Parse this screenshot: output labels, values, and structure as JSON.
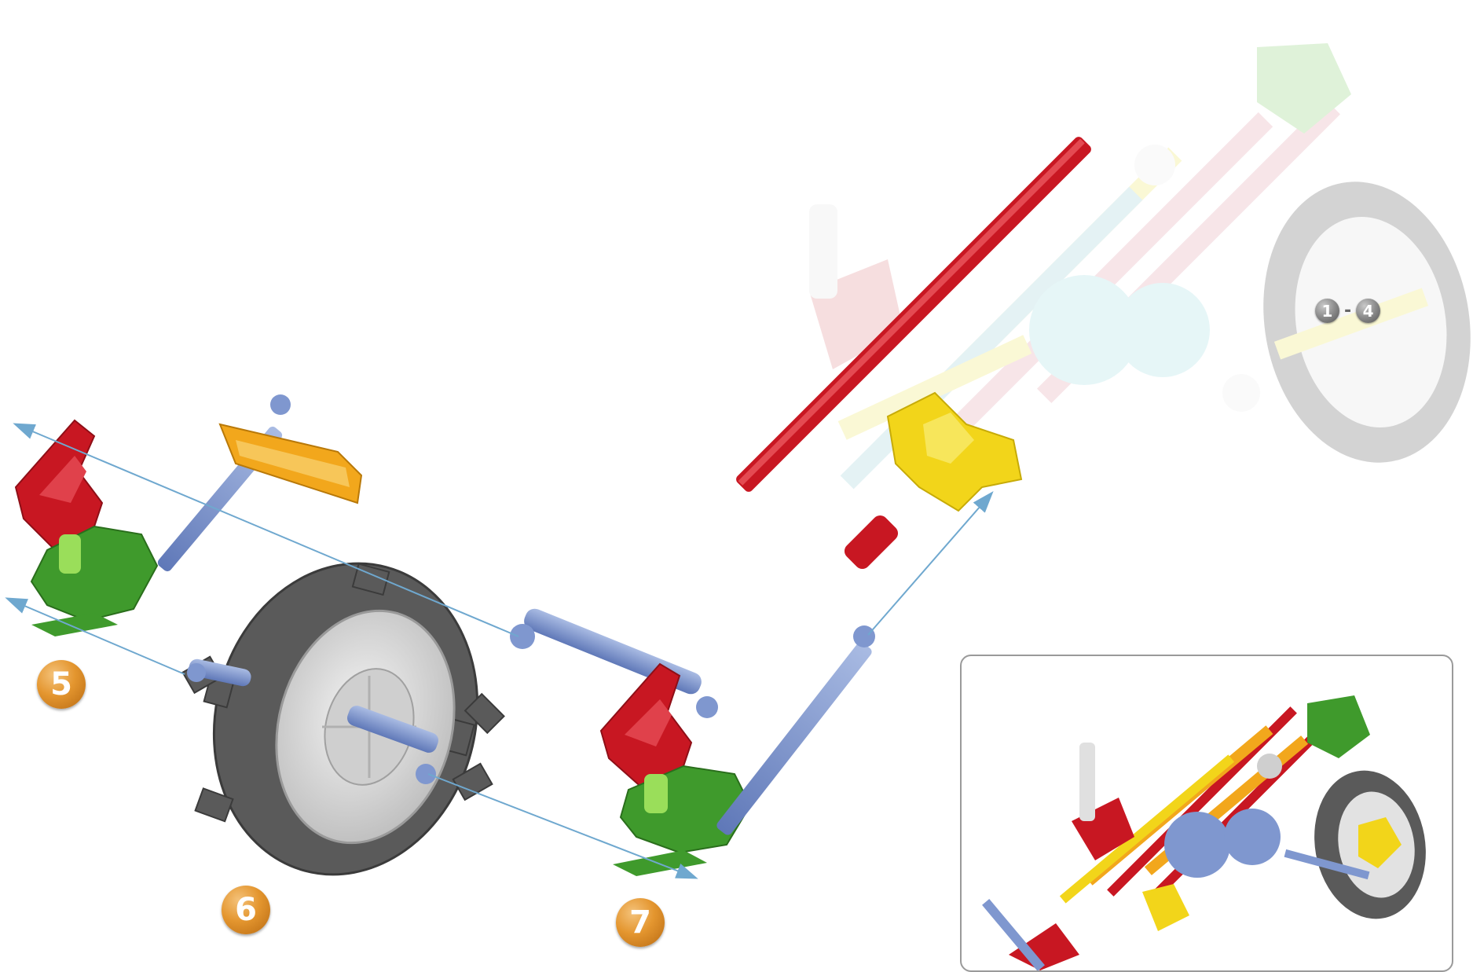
{
  "steps": {
    "step_5": "5",
    "step_6": "6",
    "step_7": "7"
  },
  "reference": {
    "from": "1",
    "dash": "-",
    "to": "4"
  },
  "colors": {
    "step_badge": "#e4962f",
    "arrow": "#6fa8cf",
    "red_part": "#c81722",
    "green_part": "#3f9a2c",
    "blue_rod": "#7f97cf",
    "yellow_part": "#f2d51a",
    "orange_part": "#f2a71c",
    "tire": "#5a5a5a",
    "hub": "#d8d8d8"
  }
}
